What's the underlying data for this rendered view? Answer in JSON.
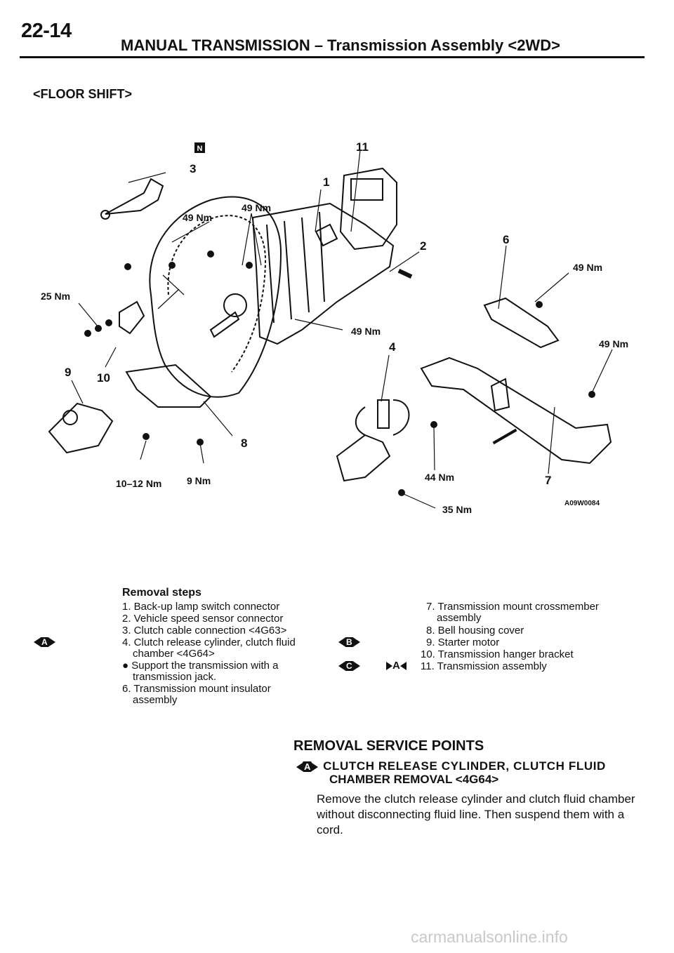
{
  "header": {
    "page_number": "22-14",
    "title": "MANUAL TRANSMISSION – Transmission Assembly <2WD>"
  },
  "section_label": "<FLOOR SHIFT>",
  "figure": {
    "callouts": [
      "1",
      "2",
      "3",
      "4",
      "6",
      "7",
      "8",
      "9",
      "10",
      "11"
    ],
    "torques": [
      "49 Nm",
      "49 Nm",
      "25 Nm",
      "49 Nm",
      "49 Nm",
      "49 Nm",
      "10–12 Nm",
      "9 Nm",
      "44 Nm",
      "35 Nm"
    ],
    "figure_code": "A09W0084",
    "marker_n": "N"
  },
  "removal_steps": {
    "heading": "Removal steps",
    "left_column": [
      {
        "line1": "1. Back-up lamp switch connector"
      },
      {
        "line1": "2. Vehicle speed sensor connector"
      },
      {
        "line1": "3. Clutch cable connection <4G63>"
      },
      {
        "line1": "4. Clutch release cylinder, clutch fluid",
        "line2": "chamber <4G64>"
      },
      {
        "line1": "● Support the transmission with a",
        "line2": "transmission jack."
      },
      {
        "line1": "6. Transmission mount insulator",
        "line2": "assembly"
      }
    ],
    "right_column": [
      {
        "line1": "7. Transmission mount crossmember",
        "line2": "assembly"
      },
      {
        "line1": "8. Bell housing cover"
      },
      {
        "line1": "9. Starter motor"
      },
      {
        "line1": "10. Transmission hanger bracket"
      },
      {
        "line1": "11. Transmission assembly"
      }
    ],
    "markers": {
      "step4": "A",
      "step9": "B",
      "step11_removal": "C",
      "step11_install": "A"
    }
  },
  "service_points": {
    "heading": "REMOVAL SERVICE POINTS",
    "item_marker": "A",
    "item_title_line1": "CLUTCH RELEASE CYLINDER, CLUTCH FLUID",
    "item_title_line2": "CHAMBER REMOVAL <4G64>",
    "body": "Remove the clutch release cylinder and clutch fluid chamber without disconnecting fluid line. Then suspend them with a cord."
  },
  "watermark": "carmanualsonline.info",
  "colors": {
    "ink": "#111111",
    "paper": "#ffffff",
    "watermark": "#c8c8c8"
  }
}
